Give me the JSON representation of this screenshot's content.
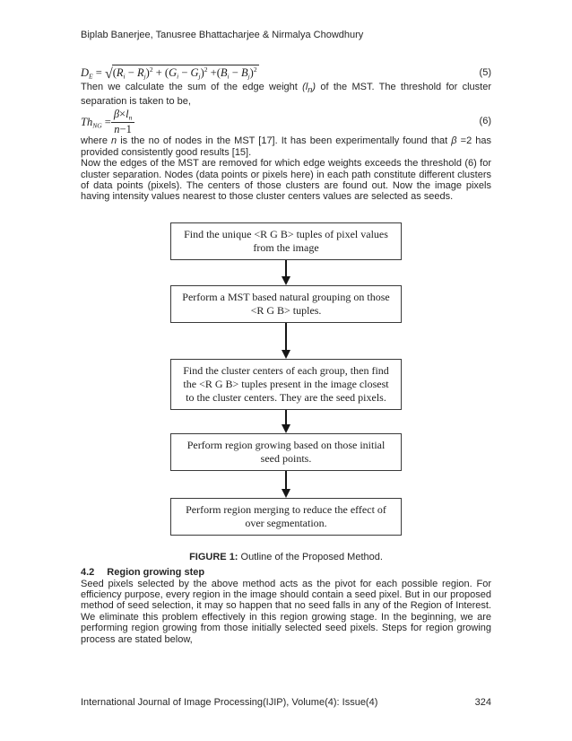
{
  "header": {
    "authors": "Biplab Banerjee, Tanusree Bhattacharjee & Nirmalya Chowdhury"
  },
  "equation5": {
    "number": "(5)",
    "lhs": [
      {
        "k": "i",
        "v": "D"
      },
      {
        "k": "isub",
        "v": "E"
      },
      {
        "k": "t",
        "v": " = "
      }
    ],
    "radical_sign": "√",
    "radicand": [
      {
        "k": "t",
        "v": "("
      },
      {
        "k": "i",
        "v": "R"
      },
      {
        "k": "isub",
        "v": "i"
      },
      {
        "k": "t",
        "v": " − "
      },
      {
        "k": "i",
        "v": "R"
      },
      {
        "k": "isub",
        "v": "j"
      },
      {
        "k": "t",
        "v": ")"
      },
      {
        "k": "sup",
        "v": "2"
      },
      {
        "k": "t",
        "v": " + ("
      },
      {
        "k": "i",
        "v": "G"
      },
      {
        "k": "isub",
        "v": "i"
      },
      {
        "k": "t",
        "v": " − "
      },
      {
        "k": "i",
        "v": "G"
      },
      {
        "k": "isub",
        "v": "j"
      },
      {
        "k": "t",
        "v": ")"
      },
      {
        "k": "sup",
        "v": "2"
      },
      {
        "k": "t",
        "v": " +("
      },
      {
        "k": "i",
        "v": "B"
      },
      {
        "k": "isub",
        "v": "i"
      },
      {
        "k": "t",
        "v": " − "
      },
      {
        "k": "i",
        "v": "B"
      },
      {
        "k": "isub",
        "v": "j"
      },
      {
        "k": "t",
        "v": ")"
      },
      {
        "k": "sup",
        "v": "2"
      }
    ]
  },
  "paragraph_edge_weight": [
    {
      "k": "t",
      "v": "Then we calculate the sum of the edge weight "
    },
    {
      "k": "i",
      "v": "(l"
    },
    {
      "k": "isub",
      "v": "n"
    },
    {
      "k": "i",
      "v": ")"
    },
    {
      "k": "t",
      "v": " of the MST. The threshold for cluster separation is taken to be,"
    }
  ],
  "equation6": {
    "number": "(6)",
    "lhs": [
      {
        "k": "i",
        "v": "Th"
      },
      {
        "k": "isub",
        "v": "NG"
      },
      {
        "k": "t",
        "v": " = "
      }
    ],
    "numerator": [
      {
        "k": "i",
        "v": "β"
      },
      {
        "k": "t",
        "v": "×"
      },
      {
        "k": "i",
        "v": "l"
      },
      {
        "k": "isub",
        "v": "n"
      }
    ],
    "denominator": [
      {
        "k": "i",
        "v": "n"
      },
      {
        "k": "t",
        "v": "−1"
      }
    ]
  },
  "paragraph_where_n": [
    {
      "k": "t",
      "v": "where "
    },
    {
      "k": "i",
      "v": "n"
    },
    {
      "k": "t",
      "v": " is the no of nodes in the MST [17]. It has been experimentally found that "
    },
    {
      "k": "i",
      "v": "β"
    },
    {
      "k": "t",
      "v": " =2 has provided consistently good results [15]."
    }
  ],
  "paragraph_mst_edges": "Now the edges of the MST are removed for which edge weights exceeds the threshold (6) for cluster separation. Nodes (data points or pixels here) in each path constitute different clusters of data points (pixels). The centers of those clusters are found out. Now the image pixels having intensity values nearest to those cluster centers values are selected as seeds.",
  "figure": {
    "boxes": [
      "Find the unique <R G B> tuples of pixel values from the image",
      "Perform a MST based natural grouping on those <R G B> tuples.",
      "Find the cluster centers of each group, then find the <R G B> tuples present in the image closest to the cluster centers. They are the seed pixels.",
      "Perform region growing based on those initial seed points.",
      "Perform region merging to reduce the effect of over segmentation."
    ],
    "caption_label": "FIGURE 1:",
    "caption_text": " Outline of the Proposed Method."
  },
  "section_42": {
    "number": "4.2",
    "title": "Region growing step"
  },
  "paragraph_seed_pixels": "Seed pixels selected by the above method acts as the pivot for each possible region. For efficiency purpose, every region in the image should contain a seed pixel. But in our proposed method of seed selection, it may so happen that no seed falls in any of the Region of Interest. We eliminate this problem effectively in this region growing stage. In the beginning, we are performing region growing from those initially selected seed pixels. Steps for region growing process are stated below,",
  "footer": {
    "journal": "International Journal of Image Processing(IJIP), Volume(4): Issue(4)",
    "page_number": "324"
  }
}
